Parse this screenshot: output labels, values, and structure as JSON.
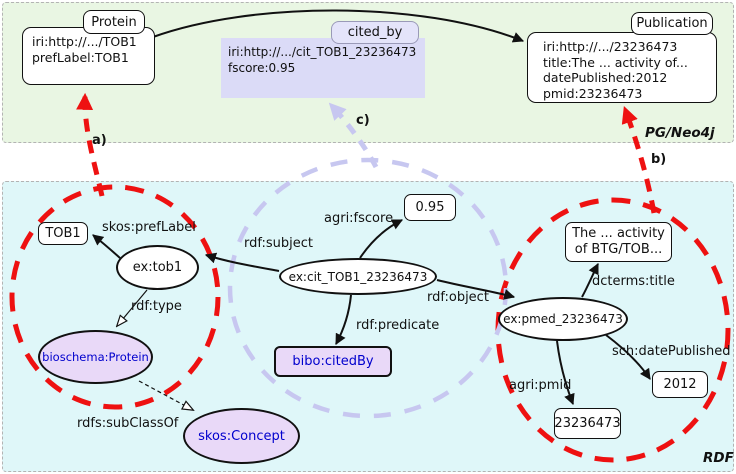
{
  "pg_section": {
    "label": "PG/Neo4j",
    "protein": {
      "tab": "Protein",
      "lines": [
        "iri:http://.../TOB1",
        "prefLabel:TOB1"
      ]
    },
    "cited_by": {
      "tab": "cited_by",
      "lines": [
        "iri:http://.../cit_TOB1_23236473",
        "fscore:0.95"
      ]
    },
    "publication": {
      "tab": "Publication",
      "lines": [
        "iri:http://.../23236473",
        "title:The ... activity of...",
        "datePublished:2012",
        "pmid:23236473"
      ]
    }
  },
  "rdf_section": {
    "label": "RDF",
    "nodes": {
      "tob1_literal": "TOB1",
      "ex_tob1": "ex:tob1",
      "bioschema_protein": "bioschema:Protein",
      "skos_concept": "skos:Concept",
      "ex_cit": "ex:cit_TOB1_23236473",
      "fscore_literal": "0.95",
      "bibo_citedby": "bibo:citedBy",
      "title_literal_lines": [
        "The ... activity",
        "of BTG/TOB..."
      ],
      "ex_pmed": "ex:pmed_23236473",
      "date_literal": "2012",
      "pmid_literal": "23236473"
    },
    "edges": {
      "skos_preflabel": "skos:prefLabel",
      "rdf_type": "rdf:type",
      "rdfs_subclassof": "rdfs:subClassOf",
      "rdf_subject": "rdf:subject",
      "agri_fscore": "agri:fscore",
      "rdf_predicate": "rdf:predicate",
      "rdf_object": "rdf:object",
      "dcterms_title": "dcterms:title",
      "sch_datepublished": "sch:datePublished",
      "agri_pmid": "agri:pmid"
    }
  },
  "mapping_arrows": {
    "a": "a)",
    "b": "b)",
    "c": "c)"
  },
  "colors": {
    "pg_background": "#e9f6e3",
    "rdf_background": "#dff7f9",
    "relation_lavender": "#dbdbf7",
    "class_purple": "#e9d9f8",
    "class_text_blue": "#0000cd",
    "mapping_red": "#ee1111",
    "mapping_blue": "#c7c7f0",
    "edge_black": "#111111"
  }
}
